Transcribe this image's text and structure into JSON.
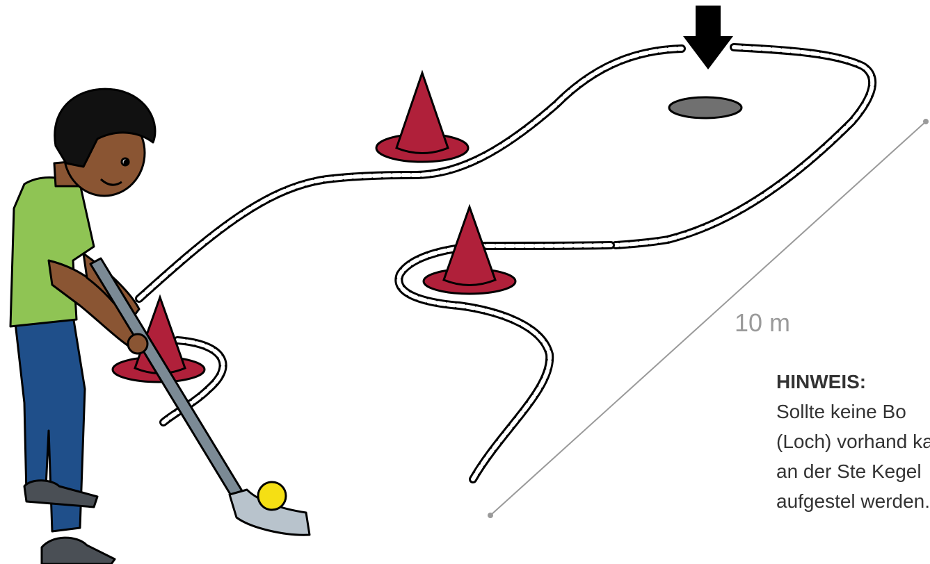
{
  "measurement": {
    "label": "10 m",
    "color": "#9a9a9a"
  },
  "note": {
    "title": "HINWEIS:",
    "body": "Sollte keine Bo (Loch) vorhand kann an der Ste Kegel aufgestel werden."
  },
  "colors": {
    "cone": "#b0203a",
    "shirt": "#8fc454",
    "pants": "#1f4f8a",
    "skin": "#8a5533",
    "club": "#7b8a95",
    "ball": "#f5df14",
    "hole": "#707070",
    "arrow": "#000000"
  }
}
